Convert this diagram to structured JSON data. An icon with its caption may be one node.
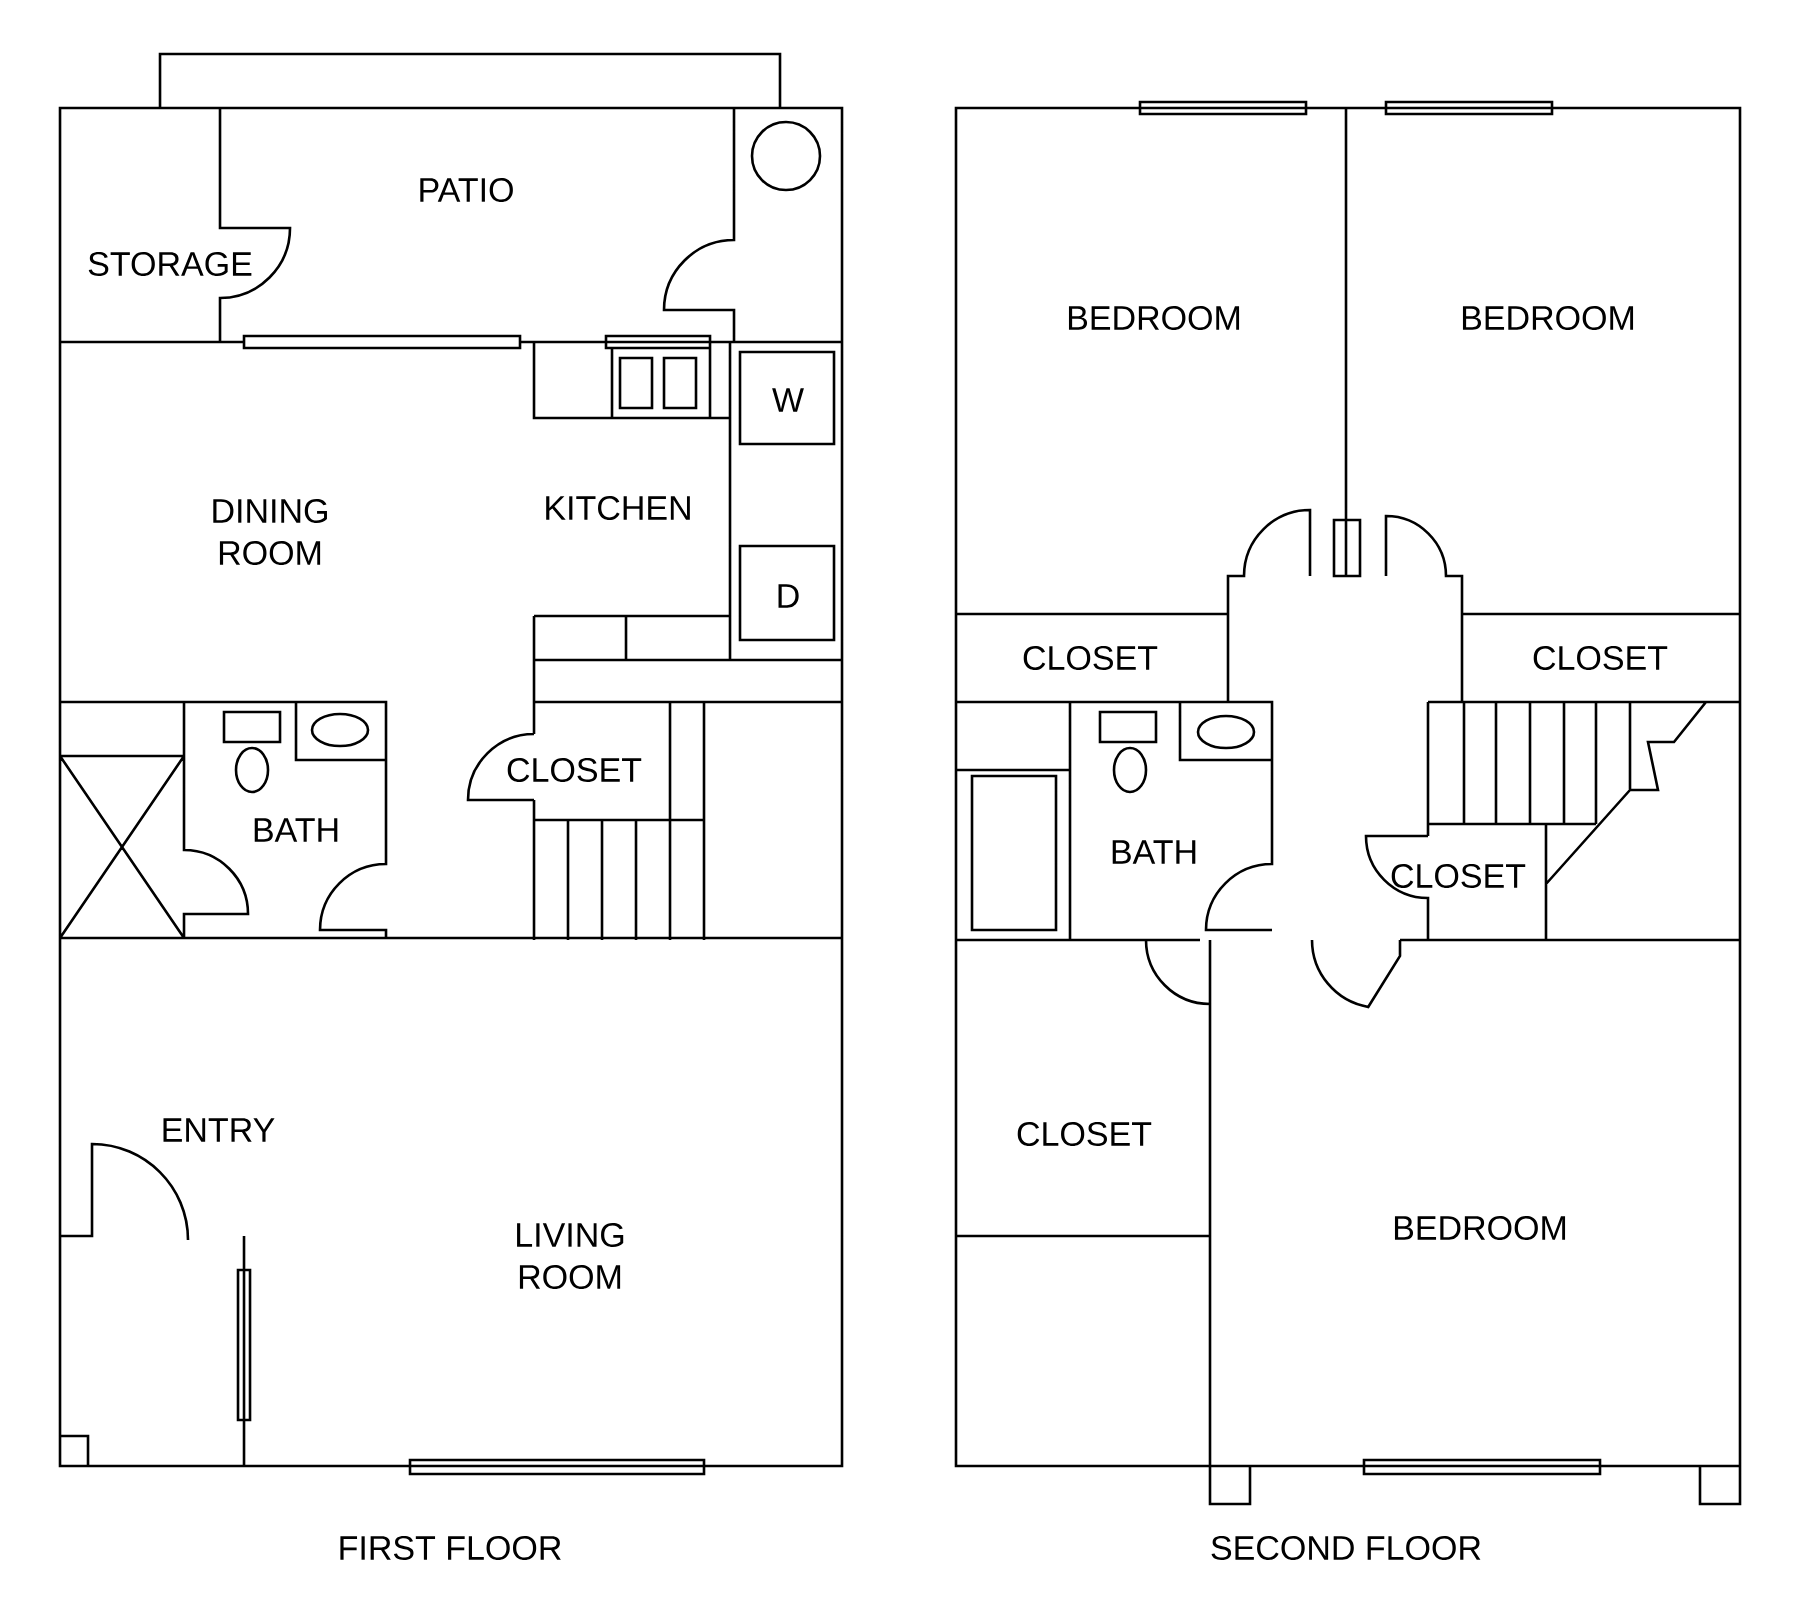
{
  "diagram": {
    "labels": [
      "PATIO",
      "STORAGE",
      "DINING ROOM",
      "KITCHEN",
      "W",
      "D",
      "CLOSET",
      "BATH",
      "ENTRY",
      "LIVING ROOM",
      "FIRST FLOOR",
      "BEDROOM",
      "BEDROOM",
      "CLOSET",
      "CLOSET",
      "BATH",
      "CLOSET",
      "CLOSET",
      "BEDROOM",
      "SECOND FLOOR"
    ]
  }
}
